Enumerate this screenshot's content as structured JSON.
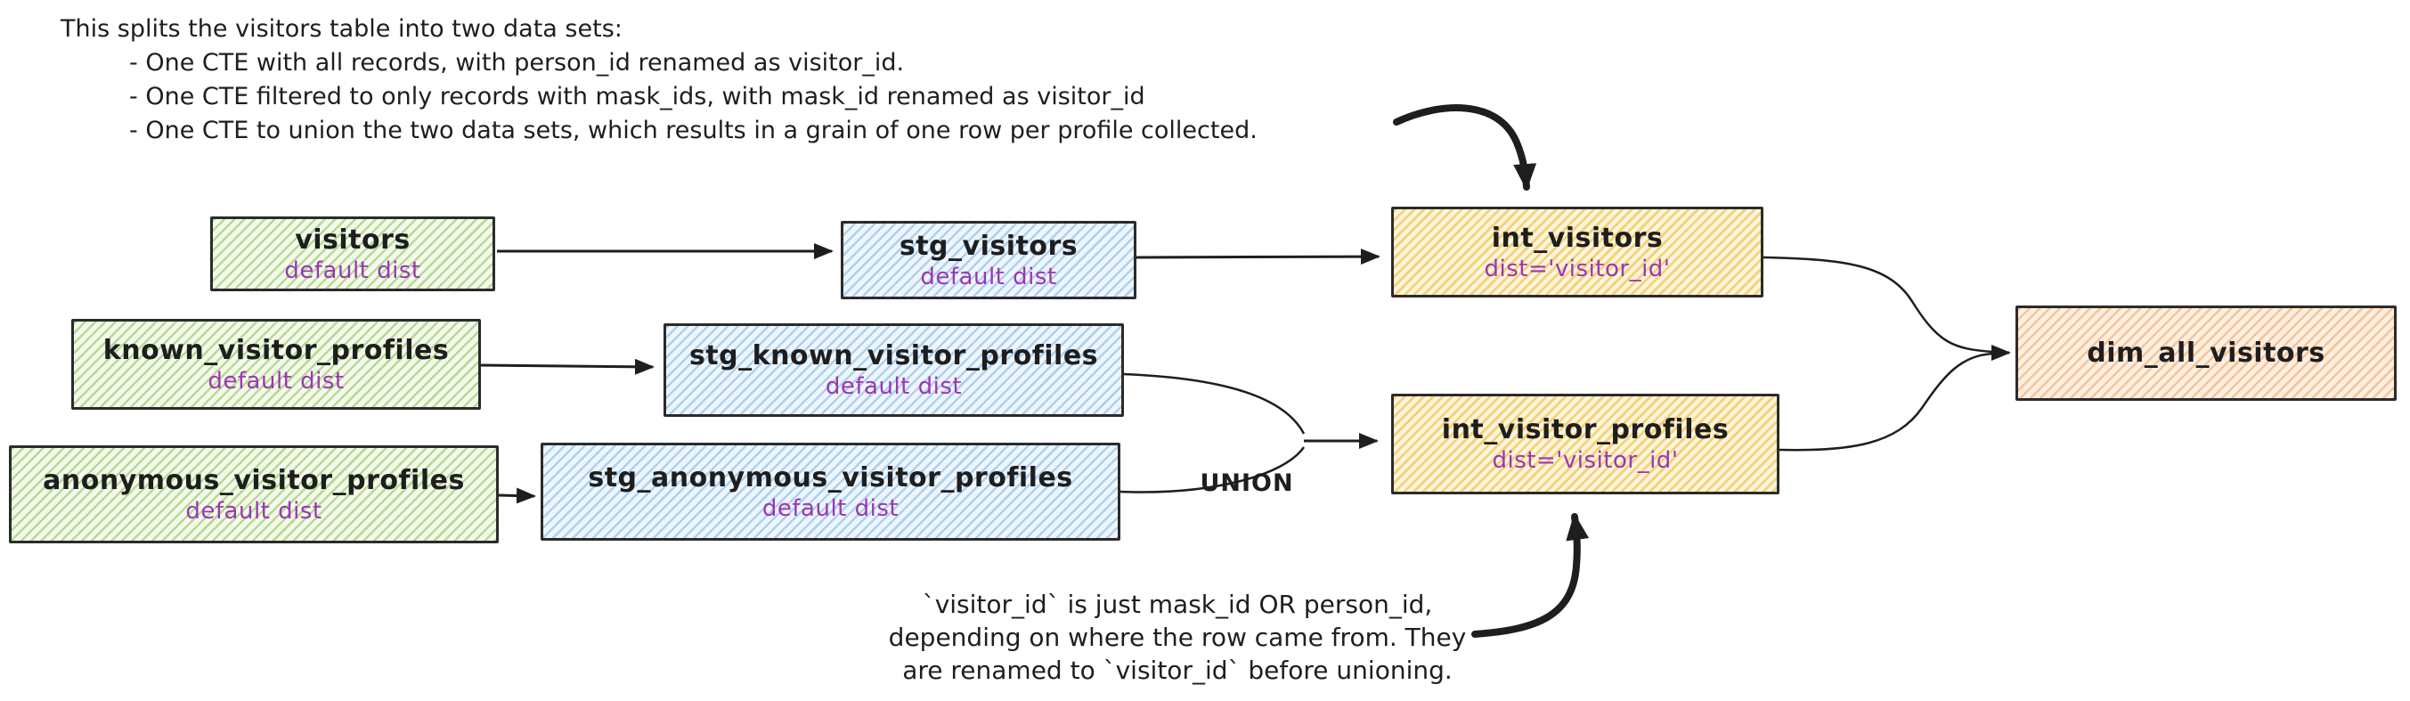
{
  "notes": {
    "top": {
      "intro": "This splits the visitors table into two data sets:",
      "bullets": [
        "- One CTE with all records, with person_id renamed as visitor_id.",
        "- One CTE filtered to only records with mask_ids, with mask_id renamed as visitor_id",
        "- One CTE to union the two data sets, which results in a grain of one row per profile collected."
      ]
    },
    "bottom": {
      "line1": "`visitor_id` is just mask_id OR person_id,",
      "line2": "depending on where the row came from. They",
      "line3": "are renamed to `visitor_id` before unioning."
    }
  },
  "union_label": "UNION",
  "nodes": {
    "visitors": {
      "title": "visitors",
      "subtitle": "default dist"
    },
    "stg_visitors": {
      "title": "stg_visitors",
      "subtitle": "default dist"
    },
    "int_visitors": {
      "title": "int_visitors",
      "subtitle": "dist='visitor_id'"
    },
    "known_visitor_profiles": {
      "title": "known_visitor_profiles",
      "subtitle": "default dist"
    },
    "stg_known_visitor_profiles": {
      "title": "stg_known_visitor_profiles",
      "subtitle": "default dist"
    },
    "anonymous_visitor_profiles": {
      "title": "anonymous_visitor_profiles",
      "subtitle": "default dist"
    },
    "stg_anonymous_visitor_profiles": {
      "title": "stg_anonymous_visitor_profiles",
      "subtitle": "default dist"
    },
    "int_visitor_profiles": {
      "title": "int_visitor_profiles",
      "subtitle": "dist='visitor_id'"
    },
    "dim_all_visitors": {
      "title": "dim_all_visitors"
    }
  },
  "colors": {
    "ink": "#1e1e1e",
    "purple": "#9c36b5",
    "green-hatch": "rgba(134,190,80,0.55)",
    "green-bg": "#f4faeb",
    "blue-hatch": "rgba(110,170,225,0.5)",
    "blue-bg": "#eef6fd",
    "yellow-hatch": "rgba(242,185,56,0.6)",
    "yellow-bg": "#fdf6de",
    "orange-hatch": "rgba(244,158,84,0.55)",
    "orange-bg": "#fdf0e3"
  }
}
